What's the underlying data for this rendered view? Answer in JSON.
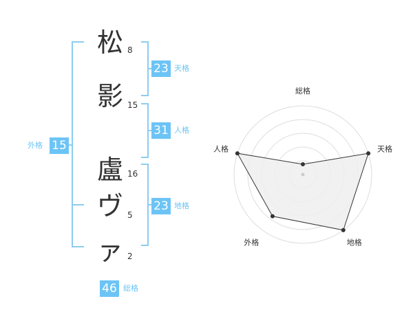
{
  "name_chars": [
    {
      "char": "松",
      "strokes": "8"
    },
    {
      "char": "影",
      "strokes": "15"
    },
    {
      "char": "盧",
      "strokes": "16"
    },
    {
      "char": "ヴ",
      "strokes": "5"
    },
    {
      "char": "ァ",
      "strokes": "2"
    }
  ],
  "fortunes": {
    "tenkaku": {
      "value": "23",
      "label": "天格"
    },
    "jinkaku": {
      "value": "31",
      "label": "人格"
    },
    "chikaku": {
      "value": "23",
      "label": "地格"
    },
    "gaikaku": {
      "value": "15",
      "label": "外格"
    },
    "soukaku": {
      "value": "46",
      "label": "総格"
    }
  },
  "chart_data": {
    "type": "radar",
    "axes": [
      "総格",
      "天格",
      "地格",
      "外格",
      "人格"
    ],
    "values": [
      0.15,
      1.0,
      1.0,
      0.75,
      1.0
    ],
    "grid_levels": 5
  },
  "colors": {
    "accent": "#6cc4f6",
    "bracket": "#8cccf2",
    "text": "#333333",
    "radar_fill": "#efefef",
    "radar_grid": "#dddddd"
  }
}
